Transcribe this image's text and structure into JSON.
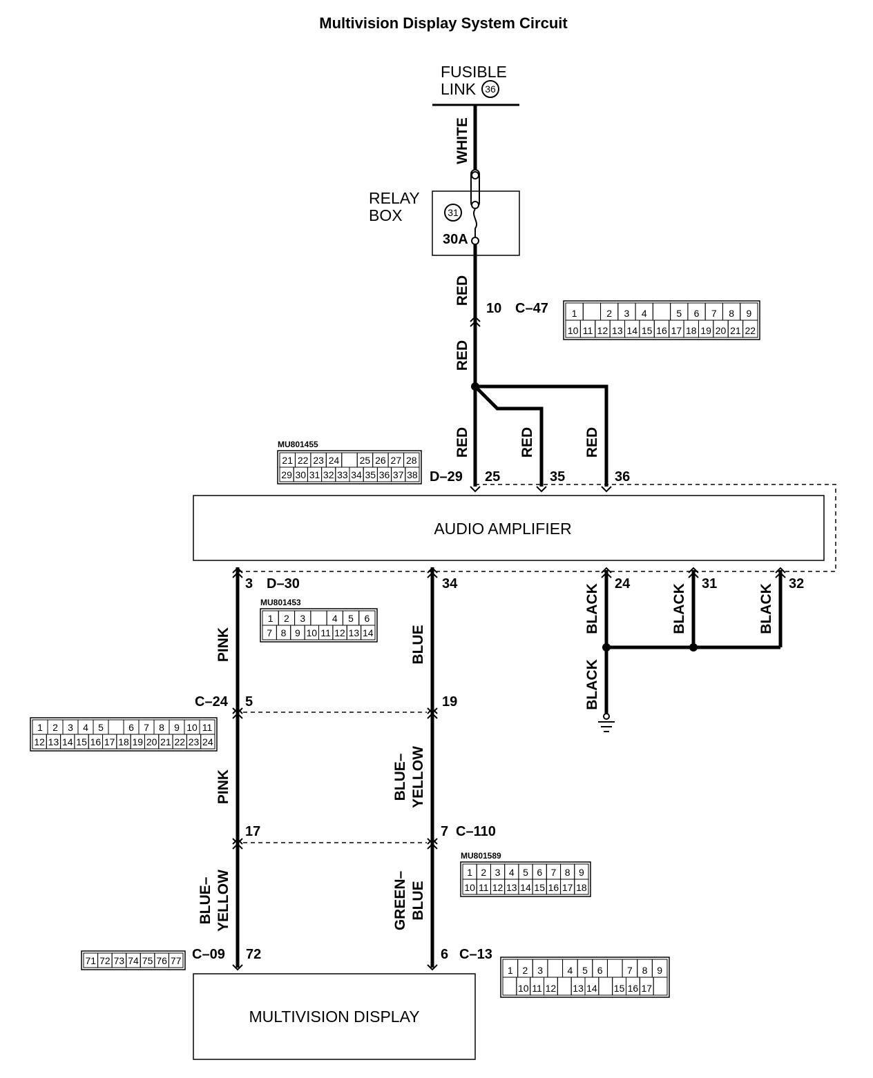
{
  "title": "Multivision Display System Circuit",
  "fusible_link": {
    "line1": "FUSIBLE",
    "line2": "LINK",
    "number": "36"
  },
  "relay_box": {
    "line1": "RELAY",
    "line2": "BOX",
    "fuse_number": "31",
    "fuse_rating": "30A"
  },
  "wires": {
    "white": "WHITE",
    "red_upper": "RED",
    "red_lower": "RED",
    "red_25": "RED",
    "red_35": "RED",
    "red_36": "RED",
    "pink_upper": "PINK",
    "pink_lower": "PINK",
    "blue": "BLUE",
    "blue_yellow_mid": [
      "BLUE–",
      "YELLOW"
    ],
    "blue_yellow_low": [
      "BLUE–",
      "YELLOW"
    ],
    "green_blue": [
      "GREEN–",
      "BLUE"
    ],
    "black_24": "BLACK",
    "black_31": "BLACK",
    "black_32": "BLACK",
    "black_ground": "BLACK"
  },
  "pins": {
    "c47": "10",
    "d29_25": "25",
    "d29_35": "35",
    "d29_36": "36",
    "d30_3": "3",
    "d30_34": "34",
    "d30_24": "24",
    "d30_31": "31",
    "d30_32": "32",
    "c24_5": "5",
    "c24_19": "19",
    "c110_17": "17",
    "c110_7": "7",
    "c09_72": "72",
    "c13_6": "6"
  },
  "connectors": {
    "c47": {
      "name": "C–47",
      "row1": [
        "1",
        "",
        "2",
        "3",
        "4",
        "",
        "5",
        "6",
        "7",
        "8",
        "9"
      ],
      "row2": [
        "10",
        "11",
        "12",
        "13",
        "14",
        "15",
        "16",
        "17",
        "18",
        "19",
        "20",
        "21",
        "22"
      ]
    },
    "d29": {
      "name": "D–29",
      "part": "MU801455",
      "row1": [
        "21",
        "22",
        "23",
        "24",
        "",
        "25",
        "26",
        "27",
        "28"
      ],
      "row2": [
        "29",
        "30",
        "31",
        "32",
        "33",
        "34",
        "35",
        "36",
        "37",
        "38"
      ]
    },
    "d30": {
      "name": "D–30",
      "part": "MU801453",
      "row1": [
        "1",
        "2",
        "3",
        "",
        "4",
        "5",
        "6"
      ],
      "row2": [
        "7",
        "8",
        "9",
        "10",
        "11",
        "12",
        "13",
        "14"
      ]
    },
    "c24": {
      "name": "C–24",
      "row1": [
        "1",
        "2",
        "3",
        "4",
        "5",
        "",
        "6",
        "7",
        "8",
        "9",
        "10",
        "11"
      ],
      "row2": [
        "12",
        "13",
        "14",
        "15",
        "16",
        "17",
        "18",
        "19",
        "20",
        "21",
        "22",
        "23",
        "24"
      ]
    },
    "c110": {
      "name": "C–110",
      "part": "MU801589",
      "row1": [
        "1",
        "2",
        "3",
        "4",
        "5",
        "6",
        "7",
        "8",
        "9"
      ],
      "row2": [
        "10",
        "11",
        "12",
        "13",
        "14",
        "15",
        "16",
        "17",
        "18"
      ]
    },
    "c09": {
      "name": "C–09",
      "row1": [
        "71",
        "72",
        "73",
        "74",
        "75",
        "76",
        "77"
      ]
    },
    "c13": {
      "name": "C–13",
      "row1": [
        "1",
        "2",
        "3",
        "",
        "4",
        "5",
        "6",
        "",
        "7",
        "8",
        "9"
      ],
      "row2": [
        "",
        "10",
        "11",
        "12",
        "",
        "13",
        "14",
        "",
        "15",
        "16",
        "17",
        ""
      ]
    }
  },
  "components": {
    "amplifier": "AUDIO AMPLIFIER",
    "display": "MULTIVISION DISPLAY"
  }
}
